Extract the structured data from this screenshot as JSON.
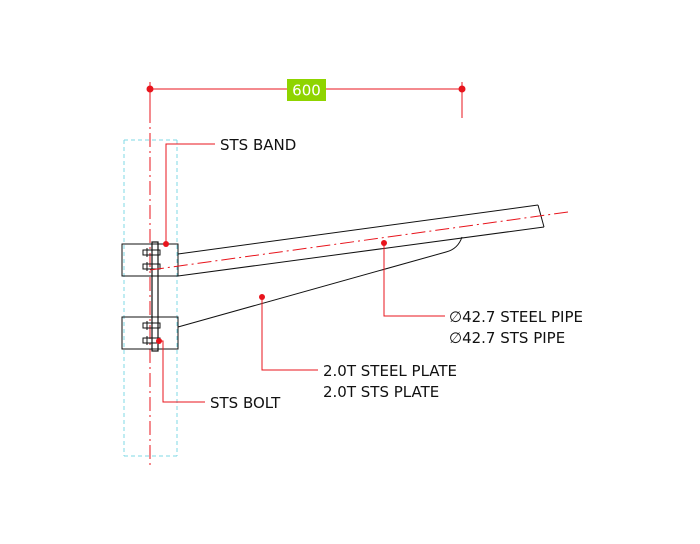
{
  "dimension": {
    "value": "600"
  },
  "labels": {
    "band": "STS BAND",
    "bolt": "STS BOLT",
    "pipe_line1": "∅42.7 STEEL PIPE",
    "pipe_line2": "∅42.7 STS PIPE",
    "plate_line1": "2.0T STEEL PLATE",
    "plate_line2": "2.0T STS PLATE"
  },
  "colors": {
    "leader": "#e8141c",
    "dimension_box": "#8fd400",
    "pole_outline": "#7fd9e6",
    "line": "#111111"
  }
}
